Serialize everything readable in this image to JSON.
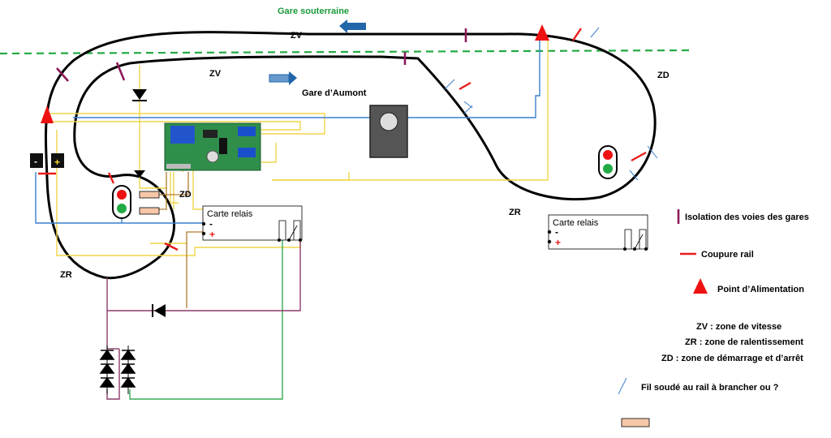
{
  "labels": {
    "underground_station": "Gare souterraine",
    "aumont_station": "Gare d’Aumont",
    "zv_top": "ZV",
    "zv_inner": "ZV",
    "zd_right": "ZD",
    "zr_right": "ZR",
    "zd_left": "ZD",
    "zr_left": "ZR"
  },
  "relay_boxes": {
    "left": {
      "title": "Carte relais",
      "minus": "-",
      "plus": "+"
    },
    "right": {
      "title": "Carte relais",
      "minus": "-",
      "plus": "+"
    }
  },
  "power": {
    "minus": "-",
    "plus": "+"
  },
  "legend": {
    "isolation": "Isolation des voies des gares",
    "cut": "Coupure rail",
    "feed": "Point d’Alimentation",
    "zv": "ZV : zone de vitesse",
    "zr": "ZR : zone de ralentissement",
    "zd": "ZD : zone de démarrage et d’arrêt",
    "wire": "Fil soudé au rail à brancher ou ?"
  },
  "colors": {
    "track": "#000000",
    "isolation": "#8b1a5a",
    "cut": "#e81c1c",
    "feed": "#ee1111",
    "yellow_wire": "#f0d64a",
    "blue_wire": "#3a7fd0",
    "green_wire": "#3aaa55",
    "purple_wire": "#8b3a6a",
    "brown_wire": "#b07a30",
    "dashed": "#22aa44",
    "arrow": "#2266aa",
    "resistor": "#f6c7a8"
  }
}
